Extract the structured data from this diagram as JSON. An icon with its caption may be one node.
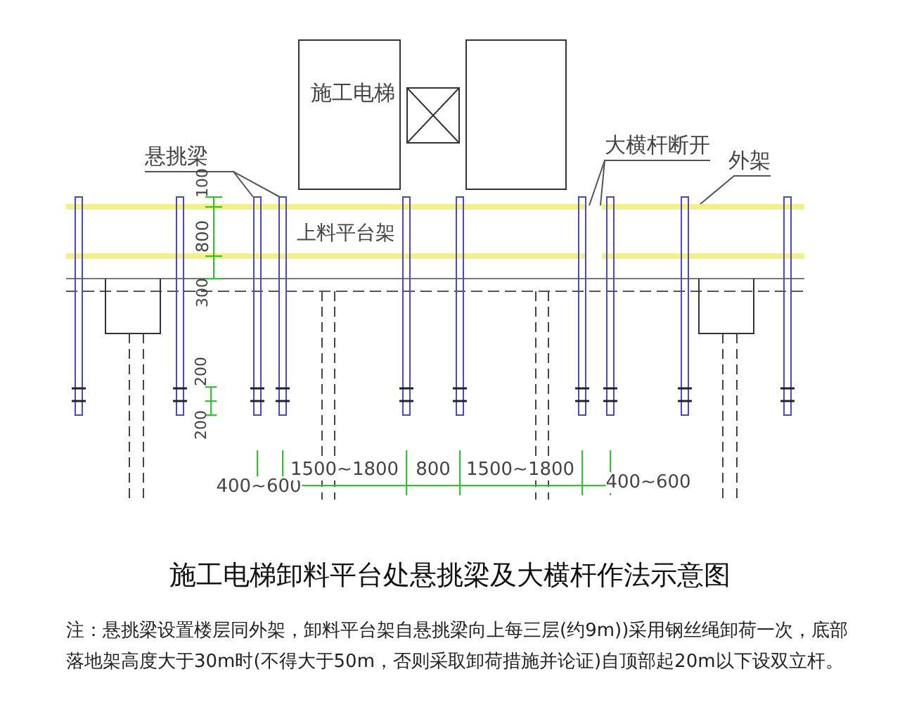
{
  "diagram": {
    "caption": "施工电梯卸料平台处悬挑梁及大横杆作法示意图",
    "nodes": [
      {
        "text": [
          "施工电梯"
        ]
      },
      {
        "text": [],
        "shape": "box"
      },
      {
        "text": [],
        "shape": "box"
      },
      {
        "text": [
          "悬挑梁"
        ]
      },
      {
        "text": [
          "大横杆断开"
        ]
      },
      {
        "text": [
          "外架"
        ]
      }
    ],
    "edges": [
      {
        "from": 3,
        "to": null,
        "arrow": "none"
      },
      {
        "from": 3,
        "to": null,
        "arrow": "none"
      },
      {
        "from": 4,
        "to": null,
        "arrow": "none"
      },
      {
        "from": 4,
        "to": null,
        "arrow": "none"
      },
      {
        "from": 5,
        "to": null,
        "arrow": "none"
      }
    ],
    "labels": [
      "100",
      "上料平台架",
      "800",
      "300",
      "200",
      "200",
      "400~600",
      "1500~1800",
      "800",
      "1500~1800",
      "400~600",
      "注：悬挑梁设置楼层同外架，卸料平台架自悬挑梁向上每三层(约9m))采用钢丝绳卸荷一次，底部落地架高度大于30m时(不得大于50m，否则采取卸荷措施并论证)自顶部起20m以下设双立杆。"
    ]
  }
}
